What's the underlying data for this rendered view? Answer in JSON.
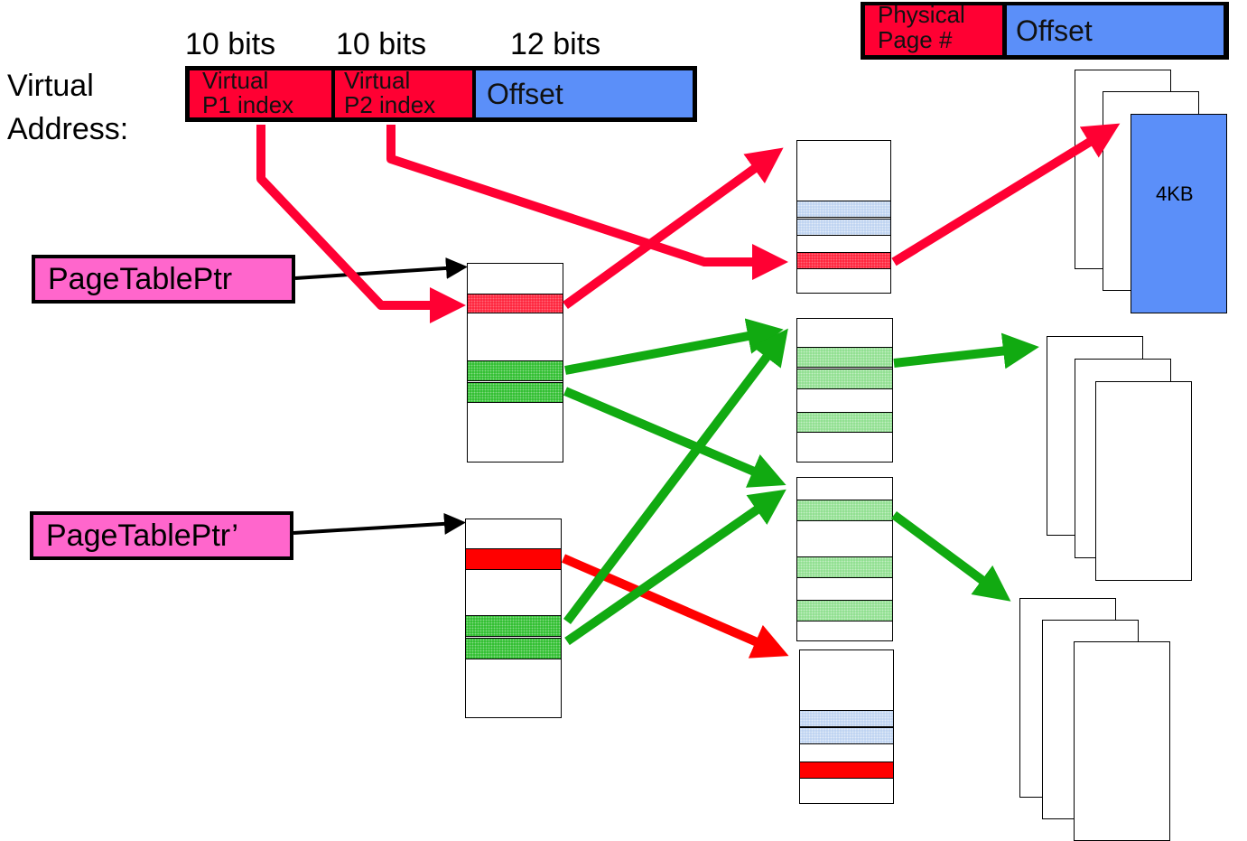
{
  "virtual_address": {
    "label_line1": "Virtual",
    "label_line2": "Address:",
    "widths": [
      "10 bits",
      "10 bits",
      "12 bits"
    ],
    "fields": [
      {
        "line1": "Virtual",
        "line2": "P1 index",
        "color": "#ff0033"
      },
      {
        "line1": "Virtual",
        "line2": "P2 index",
        "color": "#ff0033"
      },
      {
        "line1": "Offset",
        "color": "#5b8ff9"
      }
    ]
  },
  "physical_address": {
    "fields": [
      {
        "line1": "Physical",
        "line2": "Page #",
        "color": "#ff0033"
      },
      {
        "line1": "Offset",
        "color": "#5b8ff9"
      }
    ]
  },
  "pointers": [
    "PageTablePtr",
    "PageTablePtr’"
  ],
  "page_label": "4KB",
  "colors": {
    "red": "#ff0033",
    "green": "#11aa11",
    "blue": "#5b8ff9",
    "pink": "#ff66cc",
    "black": "#000000"
  }
}
